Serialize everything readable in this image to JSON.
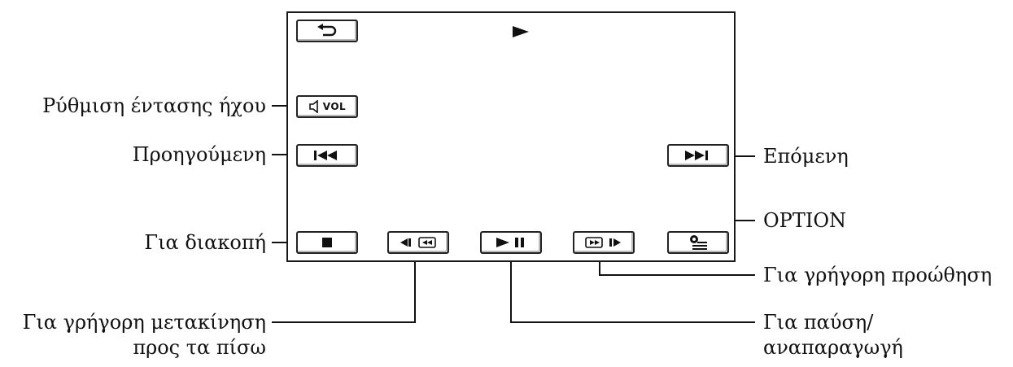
{
  "labels": {
    "volume": "Ρύθμιση έντασης ήχου",
    "previous": "Προηγούμενη",
    "next": "Επόμενη",
    "stop": "Για διακοπή",
    "option": "OPTION",
    "fast_forward": "Για γρήγορη προώθηση",
    "rewind_line1": "Για γρήγορη μετακίνηση",
    "rewind_line2": "προς τα πίσω",
    "pause_line1": "Για παύση/",
    "pause_line2": "αναπαραγωγή"
  },
  "buttons": {
    "vol_text": "VOL"
  },
  "icons": {
    "back": "return-arrow-icon",
    "play": "play-icon",
    "volume": "speaker-icon",
    "previous": "skip-previous-icon",
    "next": "skip-next-icon",
    "stop": "stop-icon",
    "rewind": "rewind-icon",
    "play_pause": "play-pause-icon",
    "fast_forward": "fast-forward-icon",
    "option": "option-menu-icon"
  }
}
